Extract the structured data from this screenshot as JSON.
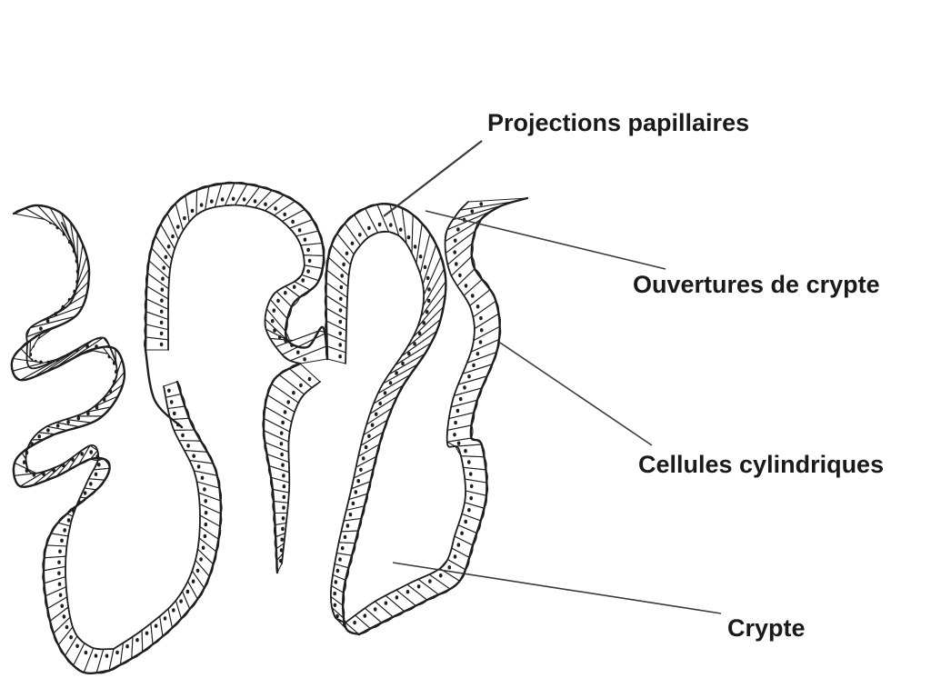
{
  "diagram": {
    "labels": {
      "projections": "Projections papillaires",
      "ouvertures": "Ouvertures de crypte",
      "cellules": "Cellules cylindriques",
      "crypte": "Crypte"
    },
    "colors": {
      "ink": "#1f1f1f",
      "leader": "#3a3a3a",
      "cell_fill": "#ffffff",
      "nucleus": "#1f1f1f"
    }
  }
}
